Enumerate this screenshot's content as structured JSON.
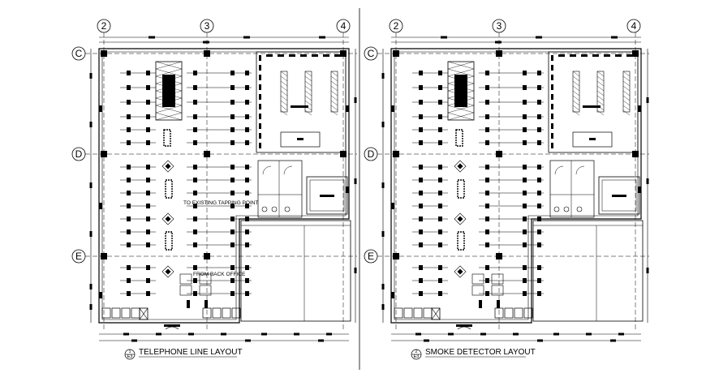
{
  "plans": [
    {
      "grid_columns": [
        "2",
        "3",
        "4"
      ],
      "grid_rows": [
        "C",
        "D",
        "E"
      ],
      "title": "TELEPHONE LINE LAYOUT",
      "detail_number": "1",
      "sheet_ref": "E3",
      "annotations": [
        "TO EXISTING TAPPING POINT",
        "FROM BACK OFFICE"
      ]
    },
    {
      "grid_columns": [
        "2",
        "3",
        "4"
      ],
      "grid_rows": [
        "C",
        "D",
        "E"
      ],
      "title": "SMOKE DETECTOR LAYOUT",
      "detail_number": "2",
      "sheet_ref": "E3",
      "annotations": []
    }
  ]
}
